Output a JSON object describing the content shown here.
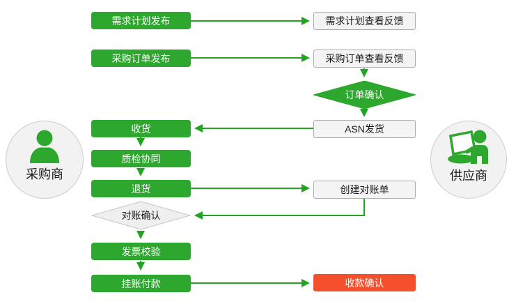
{
  "colors": {
    "green": "#2DA72D",
    "line": "#22A322",
    "red": "#F4502E",
    "box_fill": "#F4F4F4",
    "box_border": "#ACACAC",
    "diamond_fill": "#EFEFEF",
    "diamond_border": "#C6C6C6",
    "circle_fill": "#F2F2F2",
    "circle_border": "#CCCCCC"
  },
  "actors": {
    "buyer": {
      "label": "采购商",
      "icon": "person-icon"
    },
    "supplier": {
      "label": "供应商",
      "icon": "person-laptop-icon"
    }
  },
  "nodes": {
    "demand_plan_publish": "需求计划发布",
    "demand_plan_feedback": "需求计划查看反馈",
    "po_publish": "采购订单发布",
    "po_feedback": "采购订单查看反馈",
    "order_confirm": "订单确认",
    "asn_ship": "ASN发货",
    "receive": "收货",
    "quality_collab": "质检协同",
    "return_goods": "退货",
    "create_statement": "创建对账单",
    "reconcile_confirm": "对账确认",
    "invoice_check": "发票校验",
    "payment_on_account": "挂账付款",
    "receipt_confirm": "收款确认"
  }
}
